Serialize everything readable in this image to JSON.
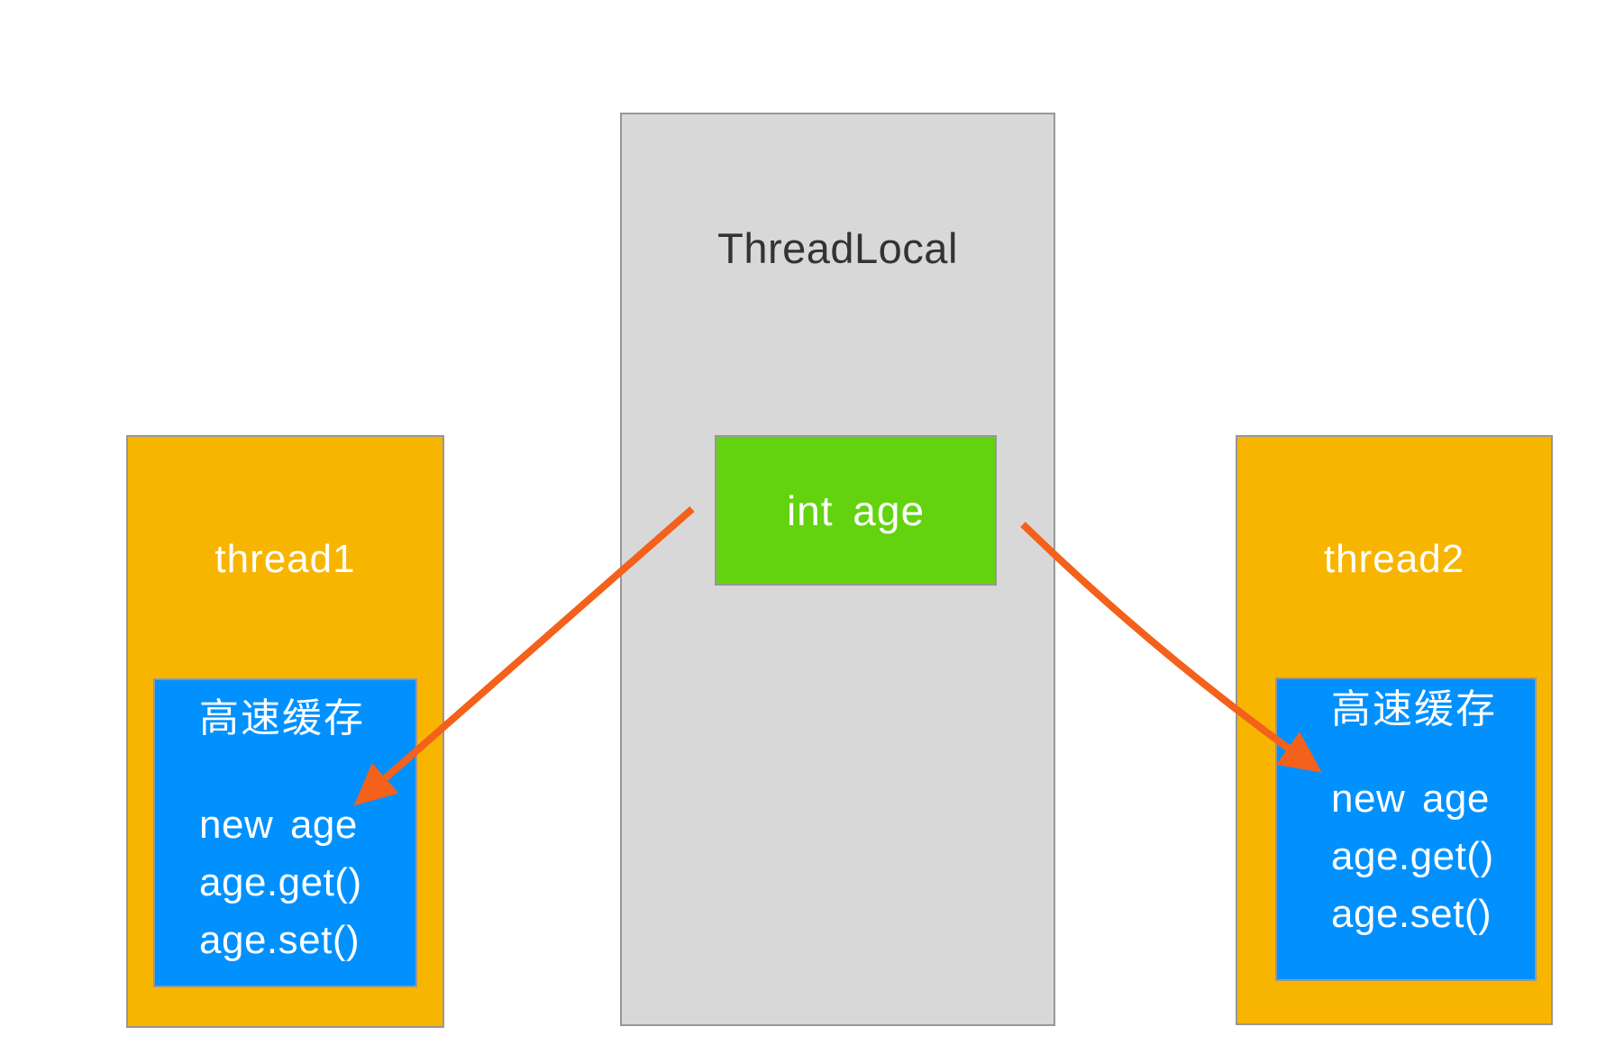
{
  "threadlocal": {
    "title": "ThreadLocal",
    "variable": "int age"
  },
  "thread1": {
    "title": "thread1",
    "cache": {
      "title": "高速缓存",
      "lines": [
        "new age",
        "age.get()",
        "age.set()"
      ]
    }
  },
  "thread2": {
    "title": "thread2",
    "cache": {
      "title": "高速缓存",
      "lines": [
        "new age",
        "age.get()",
        "age.set()"
      ]
    }
  },
  "colors": {
    "container_fill": "#D8D8D8",
    "box_border": "#979797",
    "thread_fill": "#F7B500",
    "cache_fill": "#0091FF",
    "variable_fill": "#62D30E",
    "arrow": "#F4611B",
    "title_text": "#333333",
    "box_text": "#FFFFFF"
  }
}
